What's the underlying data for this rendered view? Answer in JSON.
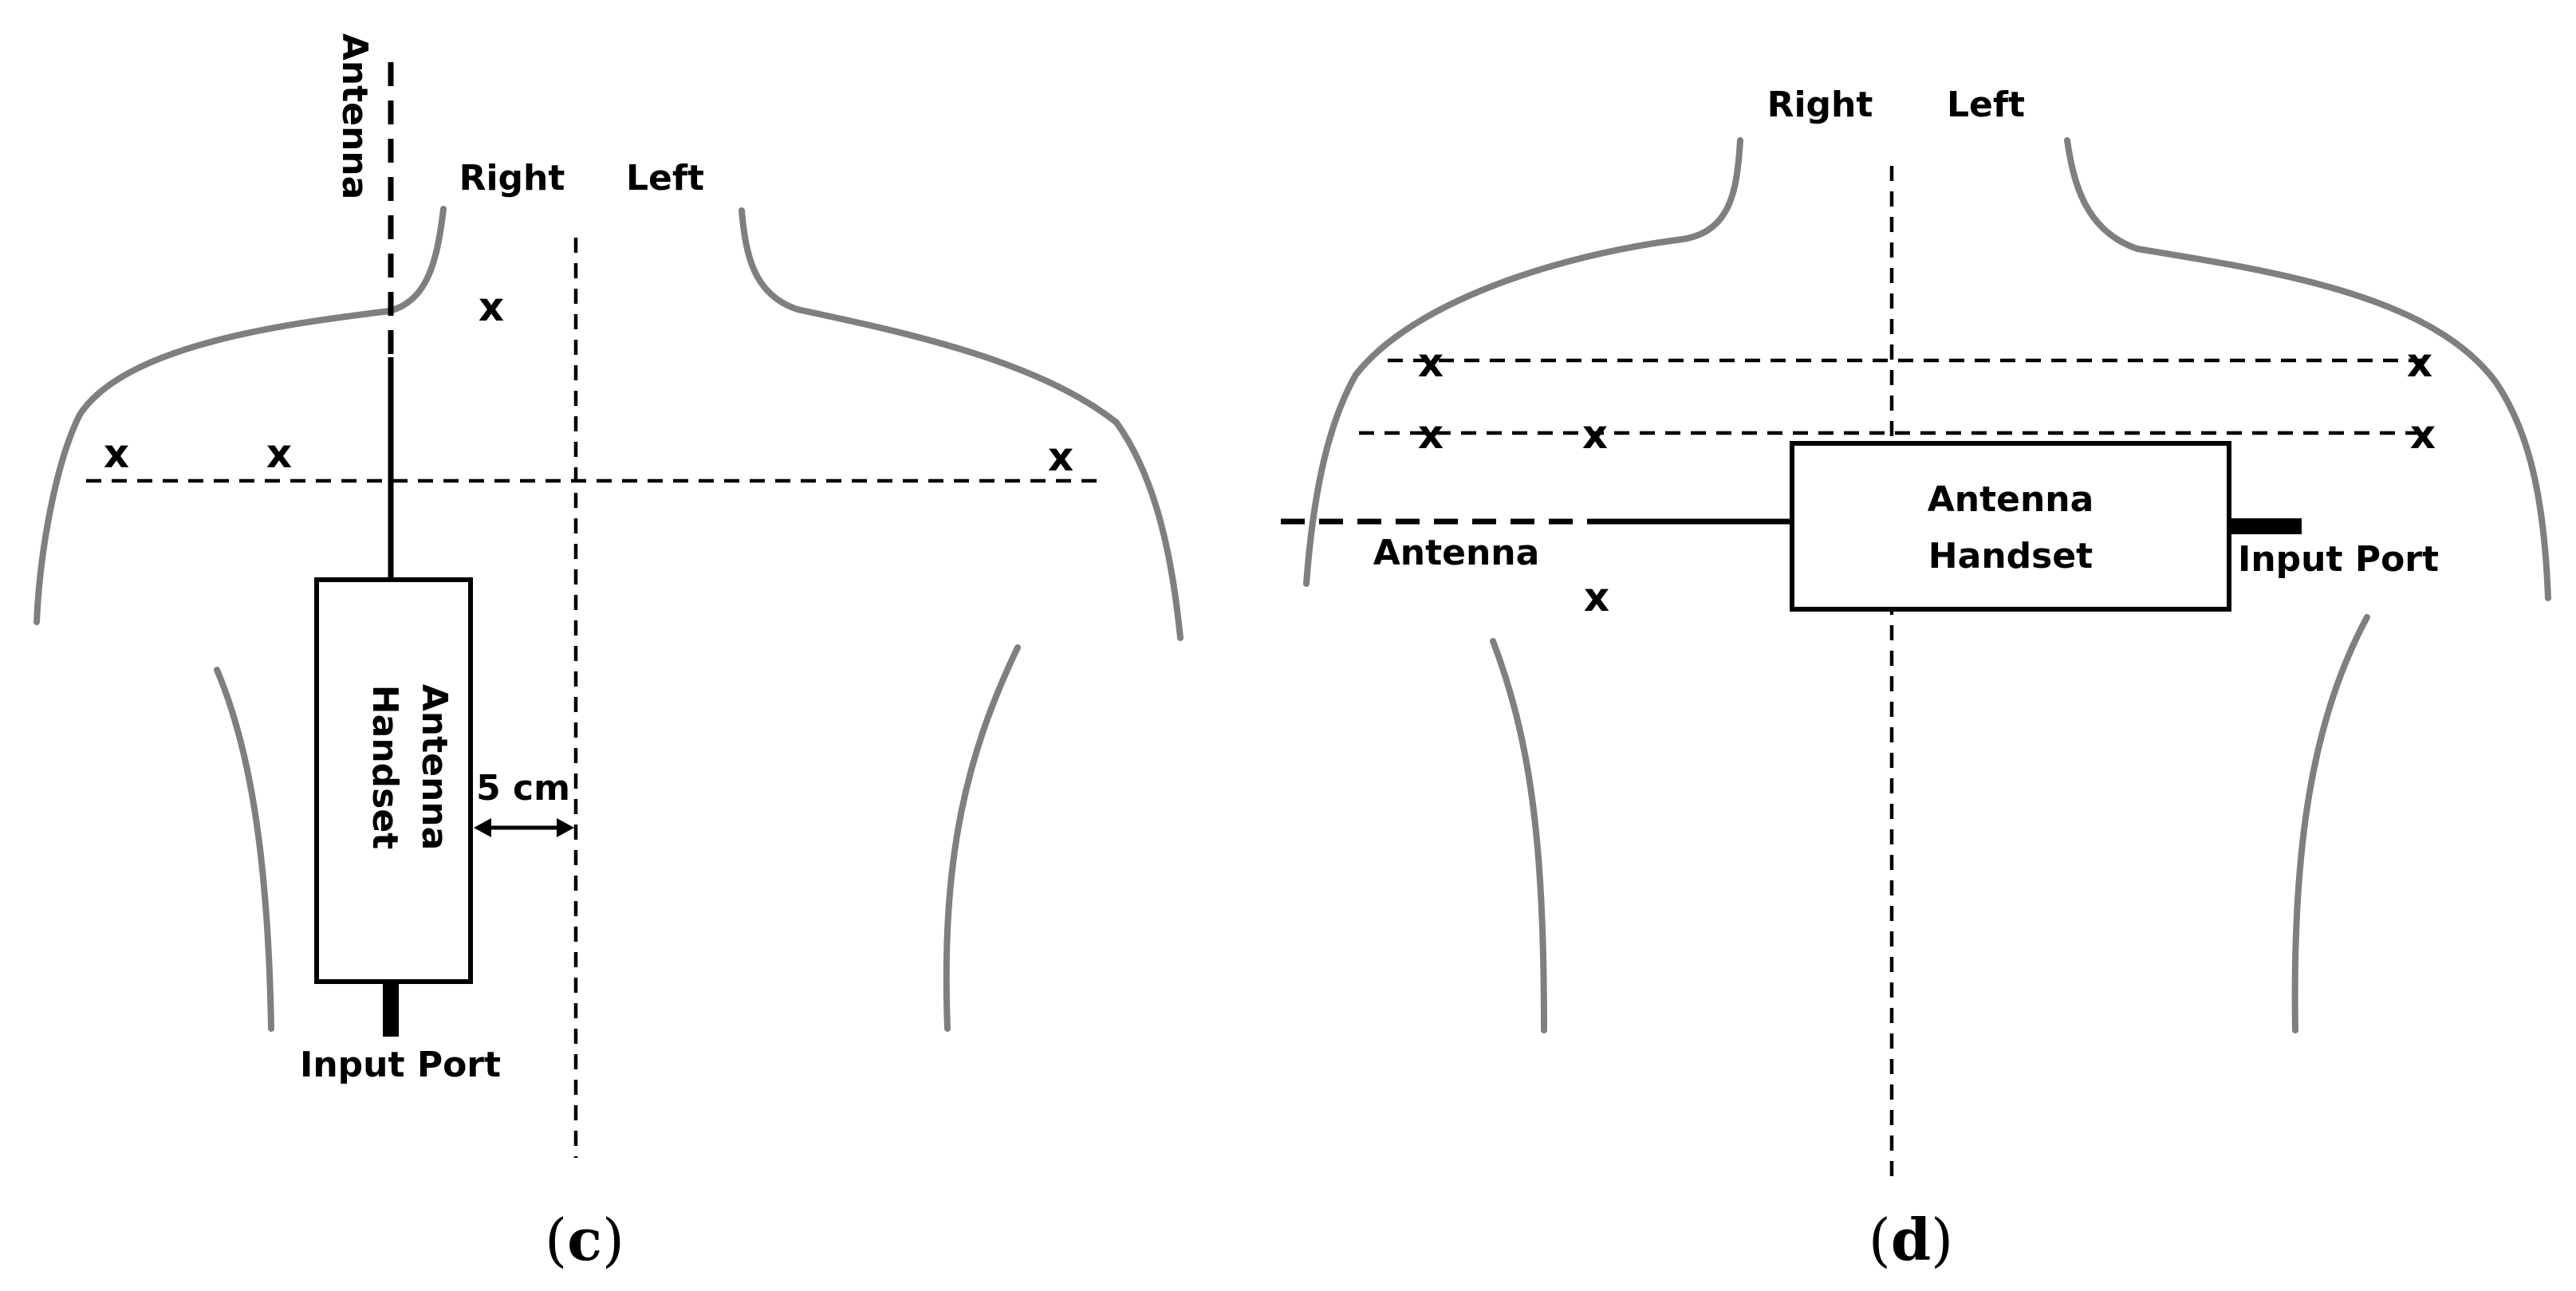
{
  "panel_c": {
    "antenna_label": "Antenna",
    "handset_label": [
      "Antenna",
      "Handset"
    ],
    "right_label": "Right",
    "left_label": "Left",
    "distance_label": "5 cm",
    "input_port_label": "Input Port",
    "x_marks": [
      "x",
      "x",
      "x",
      "x"
    ],
    "caption_open": "(",
    "caption_letter": "c",
    "caption_close": ")"
  },
  "panel_d": {
    "right_label": "Right",
    "left_label": "Left",
    "antenna_label": "Antenna",
    "handset_label": [
      "Antenna",
      "Handset"
    ],
    "input_port_label": "Input Port",
    "x_marks": [
      "x",
      "x",
      "x",
      "x",
      "x",
      "x"
    ],
    "caption_open": "(",
    "caption_letter": "d",
    "caption_close": ")"
  },
  "colors": {
    "outline": "#7f7f7f",
    "ink": "#000000",
    "background": "#ffffff"
  }
}
